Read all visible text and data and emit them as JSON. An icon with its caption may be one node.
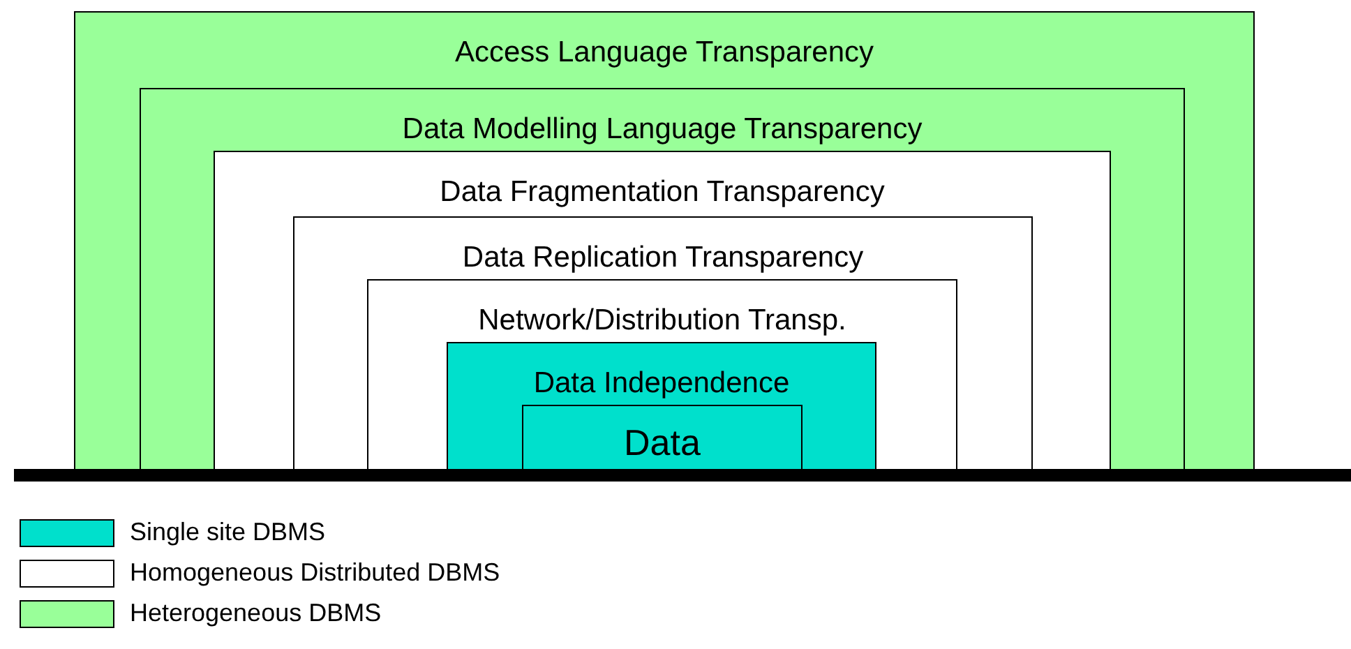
{
  "diagram": {
    "nodes": [
      {
        "text": [
          "Access Language Transparency"
        ]
      },
      {
        "text": [
          "Data Modelling Language Transparency"
        ],
        "in": 0
      },
      {
        "text": [
          "Data Fragmentation Transparency"
        ],
        "in": 1
      },
      {
        "text": [
          "Data Replication Transparency"
        ],
        "in": 2
      },
      {
        "text": [
          "Network/Distribution Transp."
        ],
        "in": 3
      },
      {
        "text": [
          "Data Independence"
        ],
        "in": 4
      },
      {
        "text": [
          "Data"
        ],
        "in": 5
      }
    ],
    "legend": [
      {
        "text": "Single site DBMS",
        "color": "#00e0cc"
      },
      {
        "text": "Homogeneous Distributed DBMS",
        "color": "#ffffff"
      },
      {
        "text": "Heterogeneous DBMS",
        "color": "#99ff99"
      }
    ]
  }
}
